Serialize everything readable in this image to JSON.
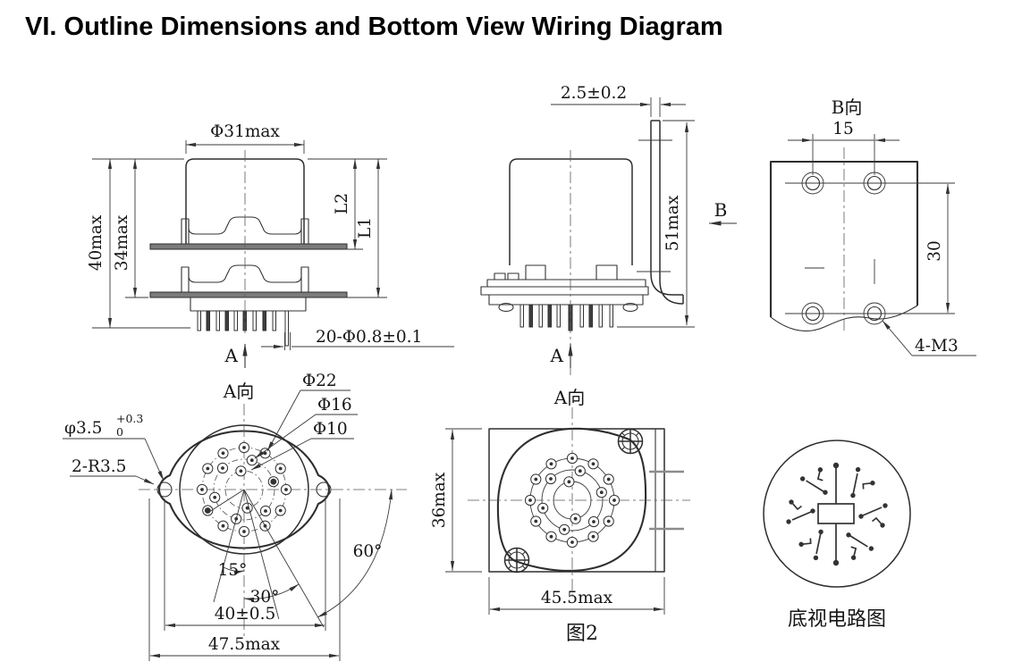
{
  "title": "VI. Outline Dimensions and Bottom View Wiring Diagram",
  "front_view": {
    "dia_top": "Φ31max",
    "height_outer": "40max",
    "height_inner": "34max",
    "l2": "L2",
    "l1": "L1",
    "pin_callout": "20-Φ0.8±0.1",
    "section_arrow": "A"
  },
  "side_view": {
    "bracket_thickness": "2.5±0.2",
    "height": "51max",
    "view_arrow": "B",
    "section_arrow": "A"
  },
  "b_view": {
    "label": "B向",
    "hole_spacing_h": "15",
    "hole_spacing_v": "30",
    "thread_callout": "4-M3"
  },
  "a_view": {
    "label": "A向",
    "pin_circle_1": "Φ22",
    "pin_circle_2": "Φ16",
    "pin_circle_3": "Φ10",
    "mount_hole_dia": "φ3.5",
    "mount_hole_tol_upper": "+0.3",
    "mount_hole_tol_lower": "0",
    "flange_radius": "2-R3.5",
    "angle_1": "15°",
    "angle_2": "30°",
    "angle_3": "60°",
    "hole_spacing": "40±0.5",
    "overall_width": "47.5max"
  },
  "fig2": {
    "label": "A向",
    "height": "36max",
    "width": "45.5max",
    "caption": "图2"
  },
  "circuit": {
    "caption": "底视电路图"
  }
}
